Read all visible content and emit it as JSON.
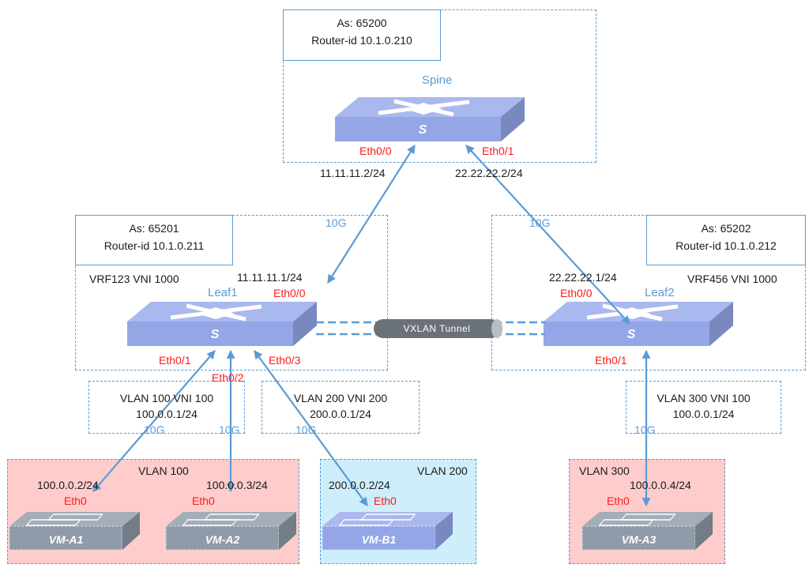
{
  "diagram": {
    "title": "BGP EVPN VXLAN spine-leaf topology",
    "colors": {
      "accent_blue": "#5b9bd5",
      "interface_red": "#ff1a1a",
      "switch_top": "#a9b8ee",
      "switch_front": "#94a6e6",
      "switch_side": "#7a88c0",
      "vm_gray": "#8f9ba8",
      "vm_blue": "#94a6e6",
      "vlan_pink": "#ffcccc",
      "vlan_cyan": "#cdeefa",
      "tunnel_gray": "#6b7178"
    },
    "spine": {
      "name": "Spine",
      "switch_glyph": "S",
      "as_line": "As: 65200",
      "router_id_line": "Router-id 10.1.0.210",
      "ports": {
        "eth0_0": "Eth0/0",
        "eth0_1": "Eth0/1"
      }
    },
    "leaf1": {
      "name": "Leaf1",
      "switch_glyph": "S",
      "as_line": "As: 65201",
      "router_id_line": "Router-id 10.1.0.211",
      "vrf": "VRF123 VNI 1000",
      "uplink_ip": "11.11.11.1/24",
      "ports": {
        "eth0_0": "Eth0/0",
        "eth0_1": "Eth0/1",
        "eth0_2": "Eth0/2",
        "eth0_3": "Eth0/3"
      }
    },
    "leaf2": {
      "name": "Leaf2",
      "switch_glyph": "S",
      "as_line": "As: 65202",
      "router_id_line": "Router-id 10.1.0.212",
      "vrf": "VRF456 VNI 1000",
      "uplink_ip": "22.22.22.1/24",
      "ports": {
        "eth0_0": "Eth0/0",
        "eth0_1": "Eth0/1"
      }
    },
    "links": {
      "spine_leaf1_ip": "11.11.11.2/24",
      "spine_leaf2_ip": "22.22.22.2/24",
      "speed": "10G"
    },
    "tunnel": {
      "label": "VXLAN Tunnel"
    },
    "vlan_boxes": [
      {
        "line1": "VLAN 100  VNI 100",
        "line2": "100.0.0.1/24"
      },
      {
        "line1": "VLAN 200  VNI 200",
        "line2": "200.0.0.1/24"
      },
      {
        "line1": "VLAN 300  VNI 100",
        "line2": "100.0.0.1/24"
      }
    ],
    "vm_groups": [
      {
        "vlan": "VLAN 100"
      },
      {
        "vlan": "VLAN 200"
      },
      {
        "vlan": "VLAN 300"
      }
    ],
    "vms": [
      {
        "name": "VM-A1",
        "ip": "100.0.0.2/24",
        "port": "Eth0"
      },
      {
        "name": "VM-A2",
        "ip": "100.0.0.3/24",
        "port": "Eth0"
      },
      {
        "name": "VM-B1",
        "ip": "200.0.0.2/24",
        "port": "Eth0"
      },
      {
        "name": "VM-A3",
        "ip": "100.0.0.4/24",
        "port": "Eth0"
      }
    ]
  }
}
